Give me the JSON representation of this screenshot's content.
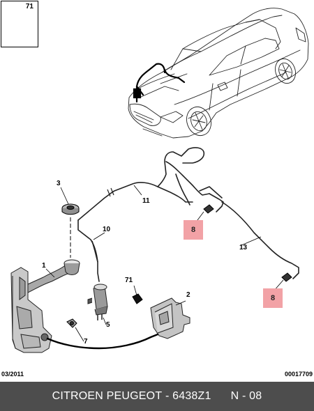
{
  "inset": {
    "part_number": "71"
  },
  "callouts": {
    "p1": "1",
    "p2": "2",
    "p3": "3",
    "p5": "5",
    "p7": "7",
    "p10": "10",
    "p11": "11",
    "p13": "13",
    "p71": "71"
  },
  "highlighted": {
    "a": "8",
    "b": "8"
  },
  "footer": {
    "date": "03/2011",
    "ref": "00017709"
  },
  "banner": {
    "brand": "CITROEN PEUGEOT",
    "separator": " - ",
    "code": "6438Z1",
    "page": "N - 08"
  },
  "colors": {
    "banner_bg": "#4d4d4d",
    "highlight": "#f2a2a6"
  }
}
